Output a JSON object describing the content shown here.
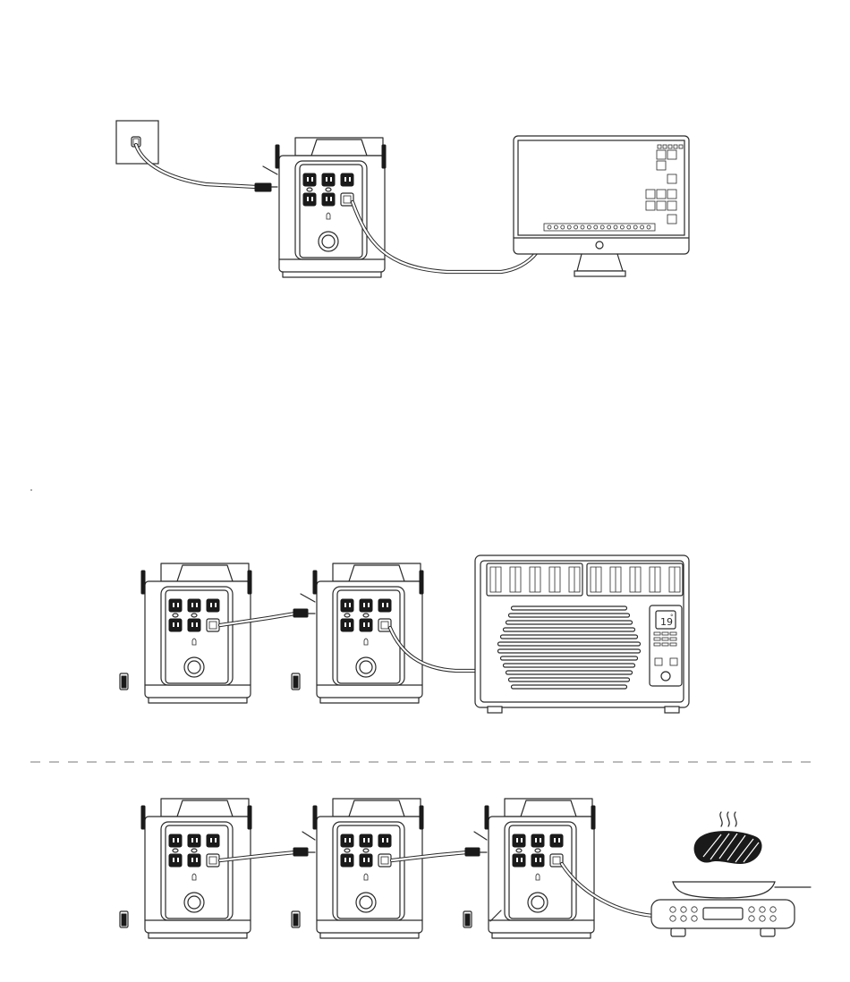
{
  "ac_display_temp": "19",
  "ac_display_unit": "°",
  "scenes": [
    {
      "name": "scene-wall-charging-monitor",
      "stations": 1,
      "appliance": "monitor"
    },
    {
      "name": "scene-two-stations-air-conditioner",
      "stations": 2,
      "appliance": "air-conditioner"
    },
    {
      "name": "scene-three-stations-cooking-scale",
      "stations": 3,
      "appliance": "electric-cooktop"
    }
  ],
  "icons": [
    "wall-outlet-icon",
    "power-station-icon",
    "battery-icon",
    "monitor-icon",
    "air-conditioner-icon",
    "steam-icon",
    "steak-icon",
    "kitchen-scale-icon"
  ],
  "colors": {
    "line": "#2a2a2a",
    "fill": "#ffffff",
    "dark": "#1a1a1a"
  }
}
